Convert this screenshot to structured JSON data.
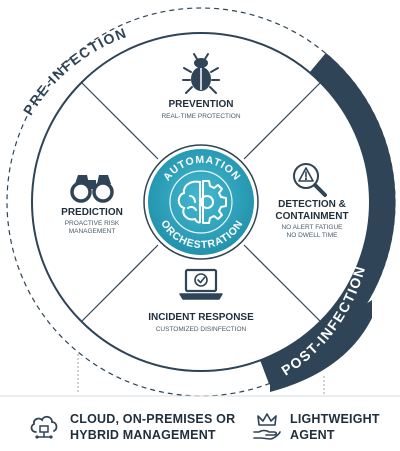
{
  "arc_labels": {
    "pre_infection": "PRE-INFECTION",
    "post_infection": "POST-INFECTION"
  },
  "center": {
    "top": "AUTOMATION",
    "bottom": "ORCHESTRATION"
  },
  "segments": {
    "prevention": {
      "title": "PREVENTION",
      "subtitle": "REAL-TIME PROTECTION",
      "icon": "bug-icon"
    },
    "prediction": {
      "title": "PREDICTION",
      "subtitle_lines": [
        "PROACTIVE RISK",
        "MANAGEMENT"
      ],
      "icon": "binoculars-icon"
    },
    "detection": {
      "title_lines": [
        "DETECTION &",
        "CONTAINMENT"
      ],
      "subtitle_lines": [
        "NO ALERT FATIGUE",
        "NO DWELL TIME"
      ],
      "icon": "warning-magnifier-icon"
    },
    "response": {
      "title": "INCIDENT RESPONSE",
      "subtitle": "CUSTOMIZED DISINFECTION",
      "icon": "laptop-check-icon"
    }
  },
  "footer": {
    "cloud": {
      "lines": [
        "CLOUD, ON-PREMISES OR",
        "HYBRID MANAGEMENT"
      ],
      "icon": "cloud-server-icon"
    },
    "agent": {
      "lines": [
        "LIGHTWEIGHT",
        "AGENT"
      ],
      "icon": "crown-hand-icon"
    }
  },
  "colors": {
    "dark": "#2f4456",
    "teal": "#2aa6c0",
    "teal_light": "#5cc3d6",
    "text": "#1f2f3c",
    "subtext": "#4a5a66",
    "rule": "#d6dde2"
  }
}
